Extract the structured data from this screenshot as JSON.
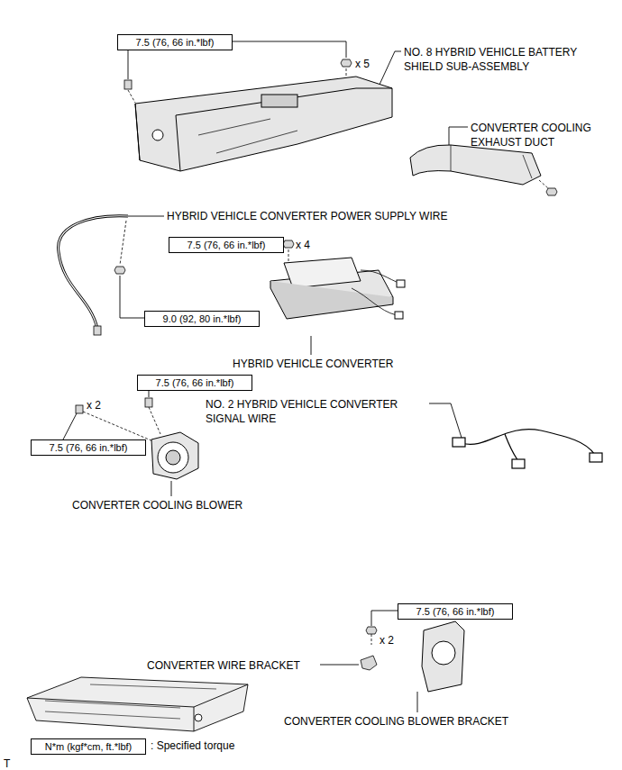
{
  "diagram": {
    "nodes": [
      {
        "text": [
          "7.5 (76, 66 in.*lbf)"
        ]
      },
      {
        "text": [
          "7.5 (76, 66 in.*lbf)"
        ]
      },
      {
        "text": [
          "9.0 (92, 80 in.*lbf)"
        ]
      },
      {
        "text": [
          "7.5 (76, 66 in.*lbf)"
        ]
      },
      {
        "text": [
          "7.5 (76, 66 in.*lbf)"
        ]
      },
      {
        "text": [
          "7.5 (76, 66 in.*lbf)"
        ]
      },
      {
        "text": [
          "N*m (kgf*cm, ft.*lbf)"
        ]
      }
    ],
    "labels": [
      "NO. 8 HYBRID VEHICLE BATTERY SHIELD SUB-ASSEMBLY",
      "x 5",
      "CONVERTER COOLING EXHAUST DUCT",
      "HYBRID VEHICLE CONVERTER POWER SUPPLY WIRE",
      "x 4",
      "HYBRID VEHICLE CONVERTER",
      "x 2",
      "NO. 2 HYBRID VEHICLE CONVERTER SIGNAL WIRE",
      "CONVERTER COOLING BLOWER",
      "x 2",
      "CONVERTER WIRE BRACKET",
      "CONVERTER COOLING BLOWER BRACKET",
      "T"
    ],
    "legend": [
      {
        "text": ": Specified torque"
      }
    ]
  }
}
